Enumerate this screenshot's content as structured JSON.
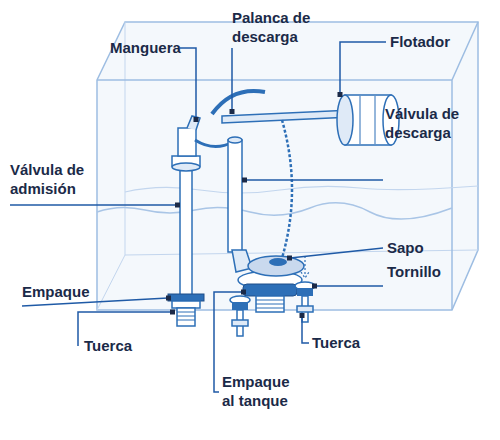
{
  "diagram": {
    "labels": [
      "Manguera",
      "Palanca de descarga",
      "Flotador",
      "Válvula de descarga",
      "Válvula de admisión",
      "Sapo",
      "Tornillo",
      "Empaque",
      "Tuerca",
      "Tuerca",
      "Empaque al tanque"
    ]
  }
}
